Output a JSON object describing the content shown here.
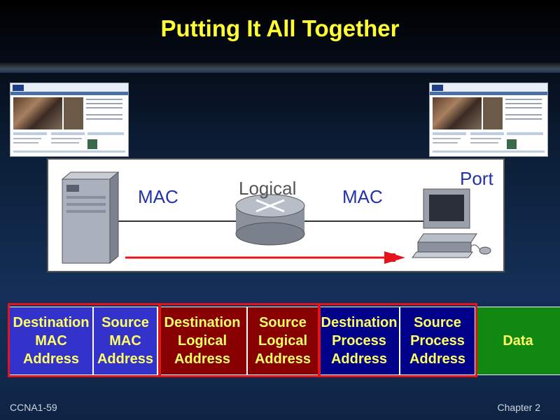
{
  "slide": {
    "title": "Putting It All Together",
    "footer_left": "CCNA1-59",
    "footer_right": "Chapter 2"
  },
  "diagram": {
    "mac_left": "MAC",
    "logical": "Logical",
    "mac_right": "MAC",
    "port": "Port"
  },
  "frame": {
    "cells": [
      {
        "label": "Destination\nMAC\nAddress",
        "bg": "#3333cc",
        "color": "#ffff66"
      },
      {
        "label": "Source\nMAC\nAddress",
        "bg": "#3333cc",
        "color": "#ffff66"
      },
      {
        "label": "Destination\nLogical\nAddress",
        "bg": "#880000",
        "color": "#ffff66"
      },
      {
        "label": "Source\nLogical\nAddress",
        "bg": "#880000",
        "color": "#ffff66"
      },
      {
        "label": "Destination\nProcess\nAddress",
        "bg": "#000088",
        "color": "#ffff66"
      },
      {
        "label": "Source\nProcess\nAddress",
        "bg": "#000088",
        "color": "#ffff66"
      },
      {
        "label": "Data",
        "bg": "#118811",
        "color": "#ffff66"
      }
    ]
  },
  "colors": {
    "title": "#ffff33",
    "highlight": "#e4141c",
    "arrow": "#e4141c"
  }
}
